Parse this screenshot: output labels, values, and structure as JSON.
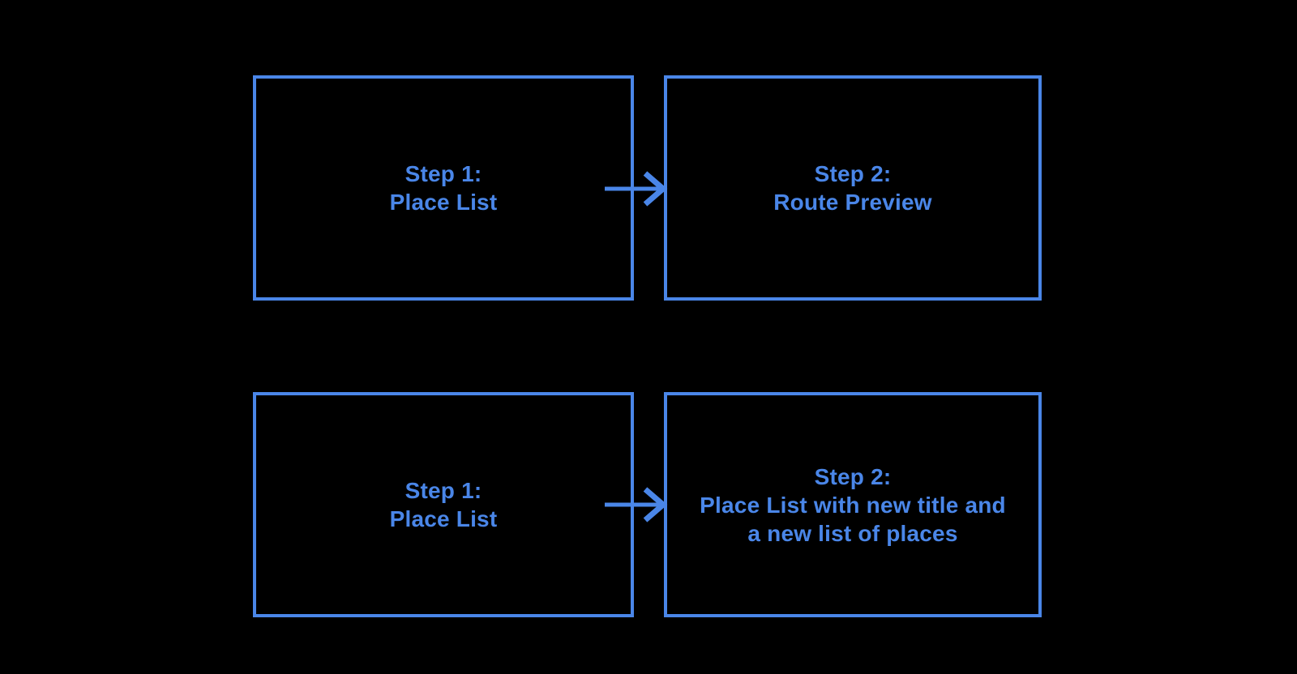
{
  "colors": {
    "background": "#000000",
    "accent": "#4a86e8"
  },
  "boxes": {
    "top_left": {
      "label": "Step 1:\nPlace List"
    },
    "top_right": {
      "label": "Step 2:\nRoute Preview"
    },
    "bottom_left": {
      "label": "Step 1:\nPlace List"
    },
    "bottom_right": {
      "label": "Step 2:\nPlace List with new title and\na new list of places"
    }
  },
  "connectors": [
    {
      "from": "top_left",
      "to": "top_right",
      "type": "arrow-right"
    },
    {
      "from": "bottom_left",
      "to": "bottom_right",
      "type": "arrow-right"
    }
  ]
}
